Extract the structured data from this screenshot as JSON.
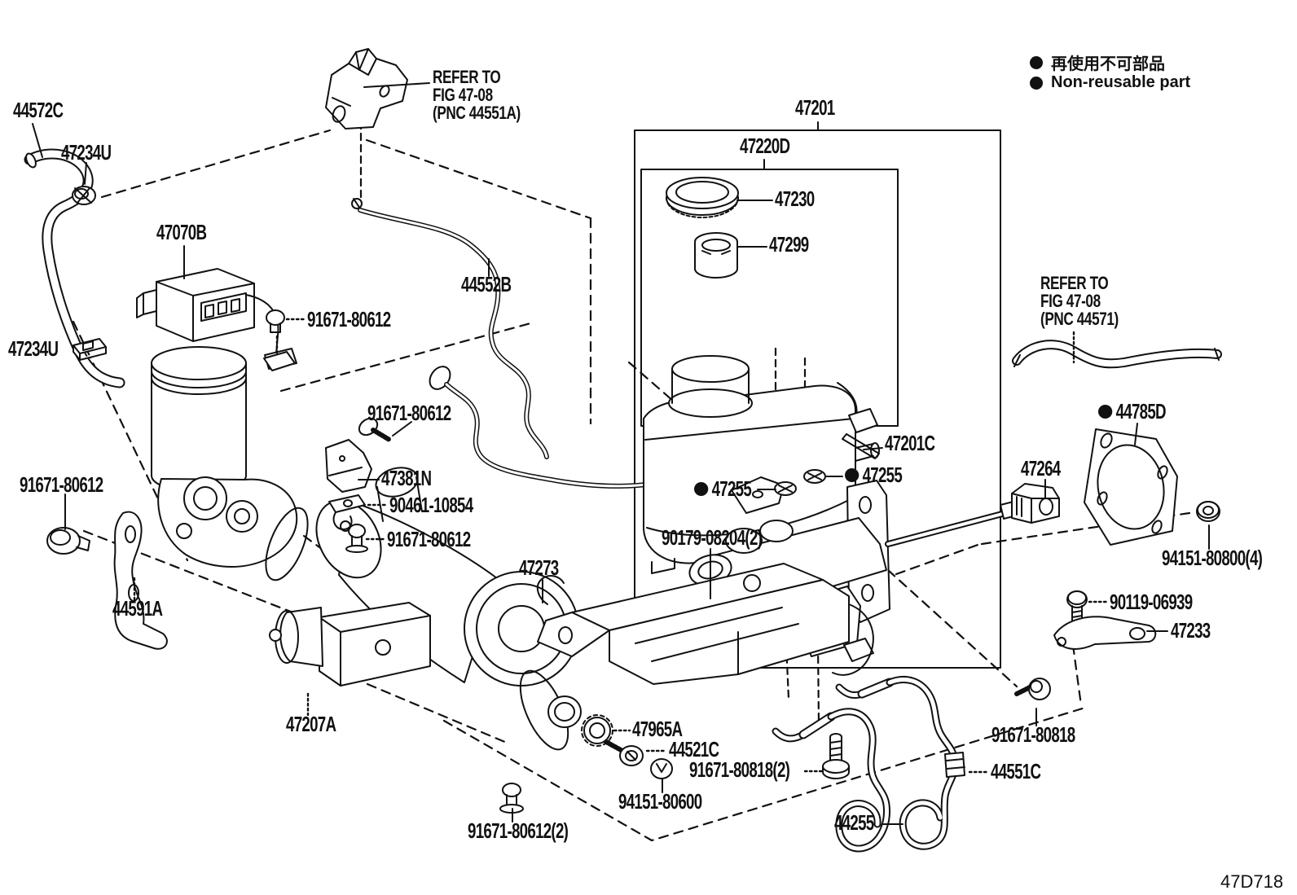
{
  "colors": {
    "ink": "#111111",
    "background": "#ffffff"
  },
  "legend": {
    "jp": "再使用不可部品",
    "en": "Non-reusable part"
  },
  "figure_code": "47D718",
  "notes": {
    "n44551A": {
      "l1": "REFER TO",
      "l2": "FIG 47-08",
      "l3": "(PNC 44551A)"
    },
    "n44571": {
      "l1": "REFER TO",
      "l2": "FIG 47-08",
      "l3": "(PNC 44571)"
    }
  },
  "parts": {
    "p44572C": "44572C",
    "p47234U_a": "47234U",
    "p47070B": "47070B",
    "p44552B": "44552B",
    "p47201": "47201",
    "p47220D": "47220D",
    "p47230": "47230",
    "p47299": "47299",
    "p44785D": "44785D",
    "p47264": "47264",
    "p91671_80612_a": "91671-80612",
    "p47234U_b": "47234U",
    "p91671_80612_b": "91671-80612",
    "p47381N": "47381N",
    "p90461_10854": "90461-10854",
    "p91671_80612_c": "91671-80612",
    "p91671_80612_d": "91671-80612",
    "p44591A": "44591A",
    "p47201C": "47201C",
    "p47255_a": "47255",
    "p47255_b": "47255",
    "p90179_08204": "90179-08204(2)",
    "p94151_80800": "94151-80800(4)",
    "p90119_06939": "90119-06939",
    "p47233": "47233",
    "p47273": "47273",
    "p47207A": "47207A",
    "p47965A": "47965A",
    "p44521C": "44521C",
    "p91671_80818_2": "91671-80818(2)",
    "p94151_80600": "94151-80600",
    "p91671_80612_2": "91671-80612(2)",
    "p91671_80818": "91671-80818",
    "p44551C": "44551C",
    "p44255": "44255"
  }
}
